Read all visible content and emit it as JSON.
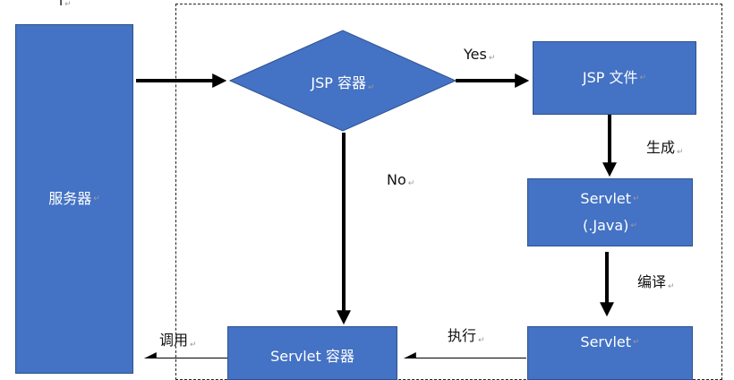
{
  "colors": {
    "node_fill": "#4472c4",
    "node_border": "#2f528f",
    "arrow": "#000000"
  },
  "top_glyph": "I",
  "nodes": {
    "server": "服务器",
    "jsp_container": "JSP 容器",
    "jsp_file": "JSP 文件",
    "servlet_java_line1": "Servlet",
    "servlet_java_line2": "(.Java)",
    "servlet_compiled": "Servlet",
    "servlet_container": "Servlet 容器"
  },
  "edge_labels": {
    "yes": "Yes",
    "no": "No",
    "generate": "生成",
    "compile": "编译",
    "execute": "执行",
    "invoke": "调用"
  }
}
